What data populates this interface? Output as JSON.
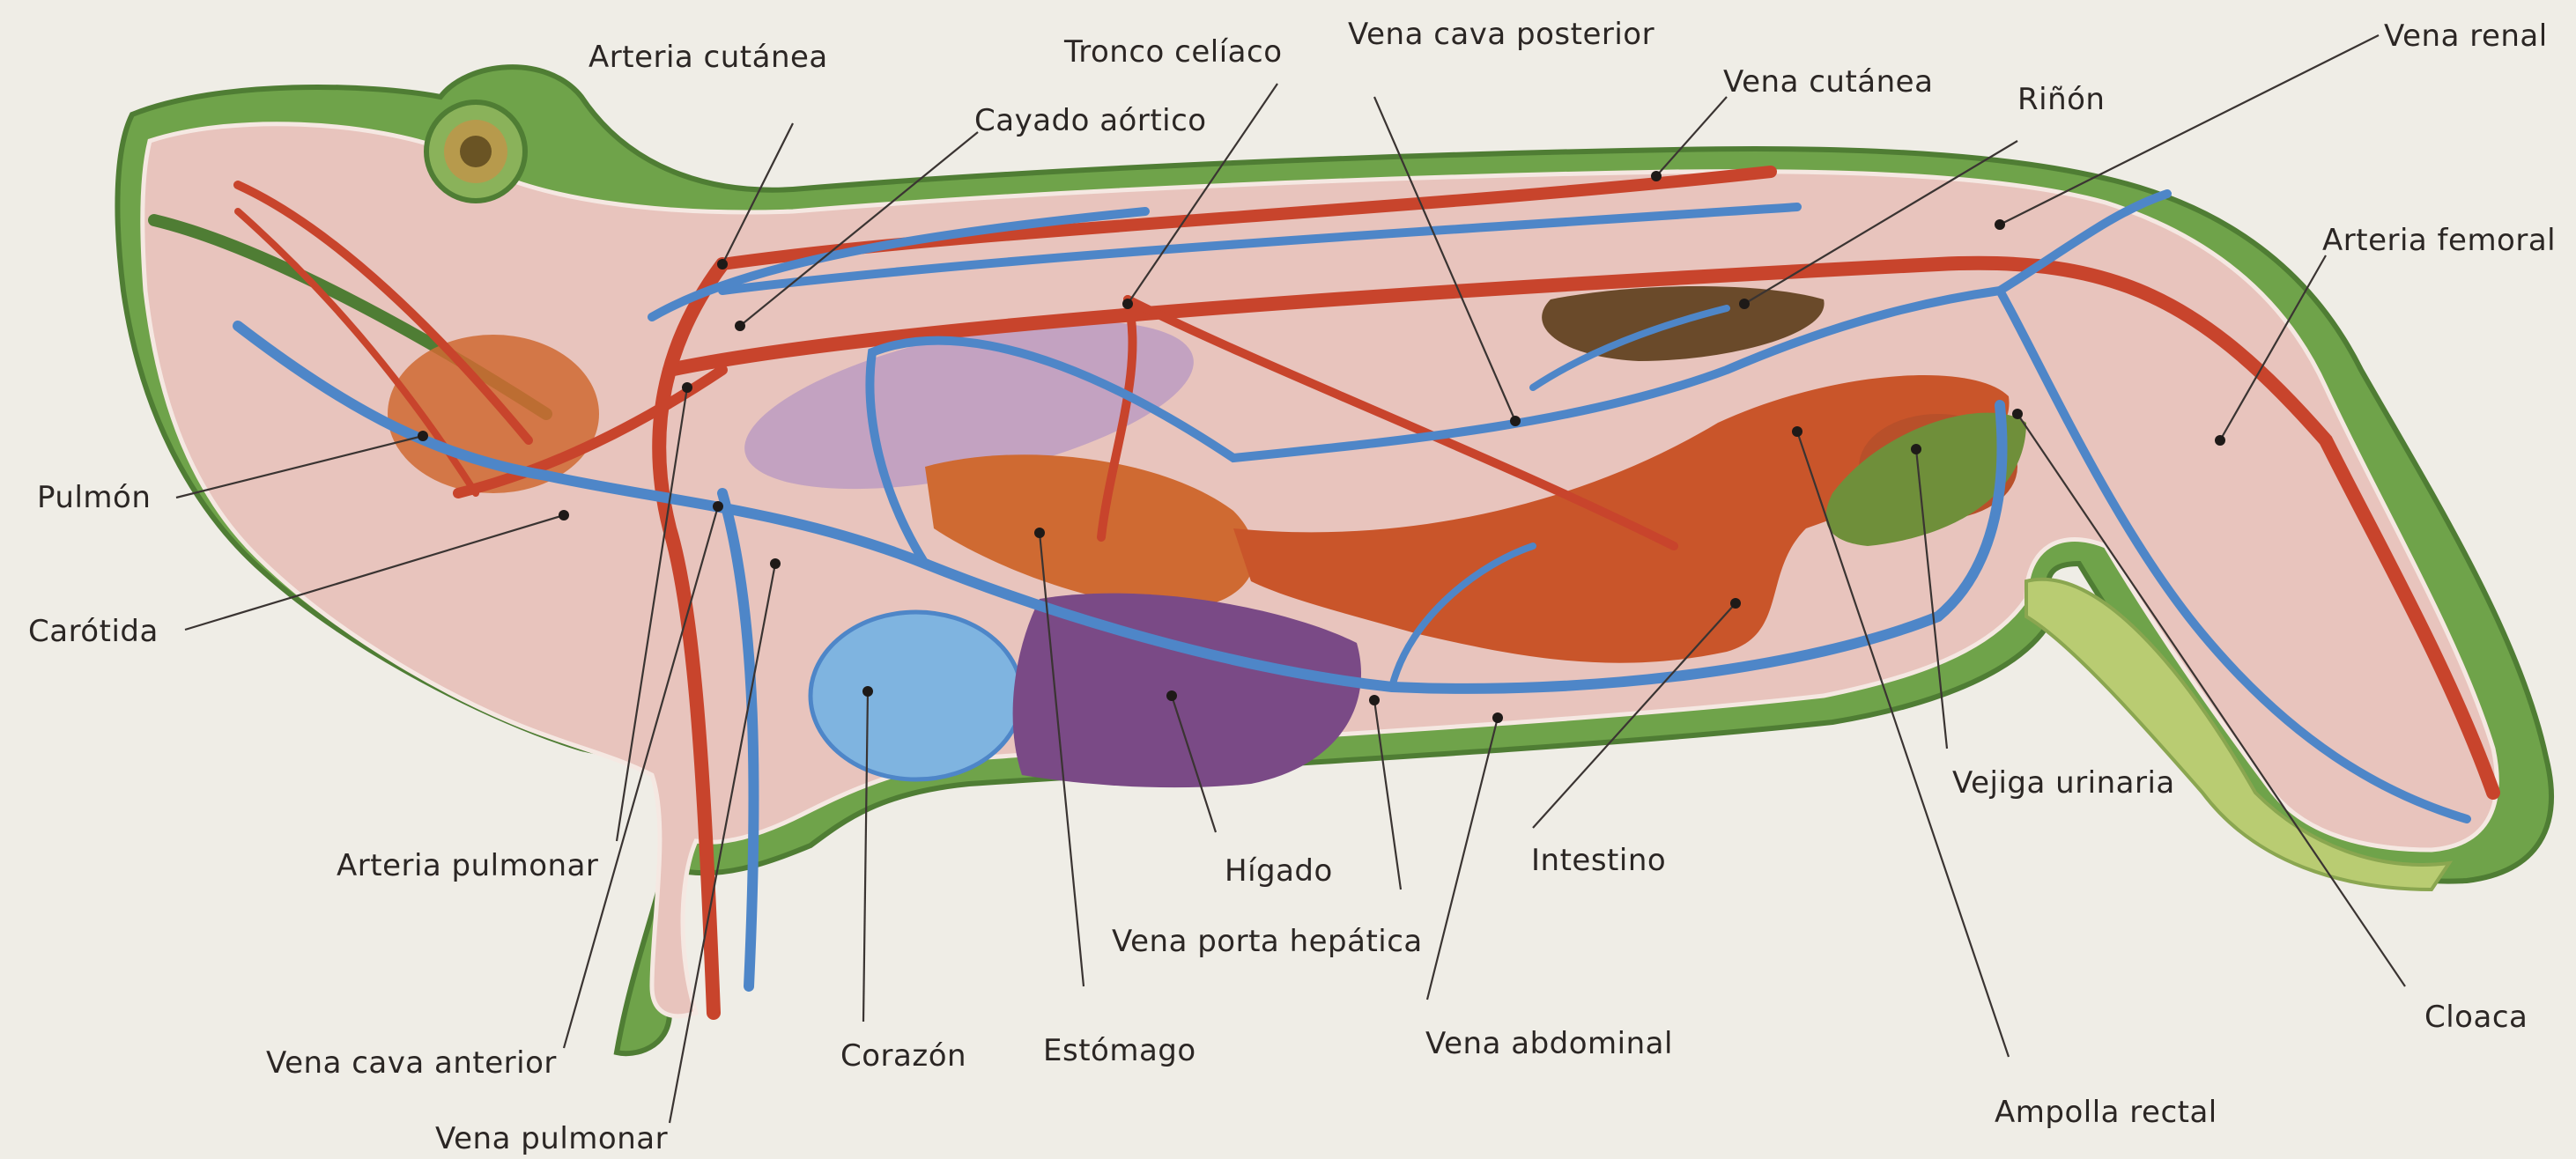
{
  "labels": {
    "arteria_cutanea": "Arteria cutánea",
    "tronco_celiaco": "Tronco celíaco",
    "vena_cava_posterior": "Vena cava posterior",
    "vena_renal": "Vena renal",
    "cayado_aortico": "Cayado aórtico",
    "vena_cutanea": "Vena cutánea",
    "rinon": "Riñón",
    "arteria_femoral": "Arteria femoral",
    "pulmon": "Pulmón",
    "carotida": "Carótida",
    "vejiga_urinaria": "Vejiga urinaria",
    "arteria_pulmonar": "Arteria pulmonar",
    "higado": "Hígado",
    "intestino": "Intestino",
    "vena_porta_hepatica": "Vena porta hepática",
    "cloaca": "Cloaca",
    "vena_cava_anterior": "Vena cava anterior",
    "corazon": "Corazón",
    "estomago": "Estómago",
    "vena_abdominal": "Vena abdominal",
    "ampolla_rectal": "Ampolla rectal",
    "vena_pulmonar": "Vena pulmonar"
  },
  "colors": {
    "background": "#efede6",
    "skin_green": "#6fa34a",
    "body_pink": "#e8c4bd",
    "artery_red": "#c8442c",
    "vein_blue": "#4e86c8",
    "heart_blue": "#7fb4e0",
    "liver_purple": "#7a4a86",
    "lung_lilac": "#b99ac2",
    "organ_orange": "#cf6a32",
    "kidney_brown": "#6a4a2a",
    "bladder_green": "#6f8f3a",
    "leader_line": "#3a3432"
  }
}
